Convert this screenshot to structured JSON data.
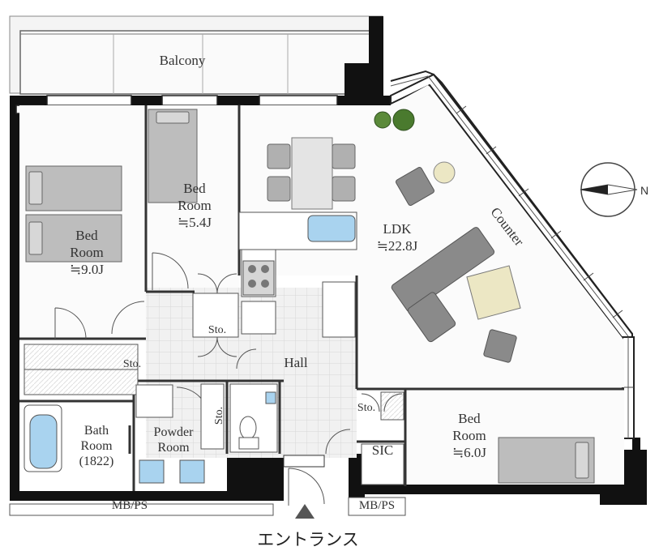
{
  "rooms": {
    "balcony": "Balcony",
    "bed_left": "Bed\nRoom\n≒9.0J",
    "bed_top": "Bed\nRoom\n≒5.4J",
    "ldk": "LDK\n≒22.8J",
    "counter": "Counter",
    "hall": "Hall",
    "sto_left": "Sto.",
    "sto_center": "Sto.",
    "sto_powder": "Sto.",
    "sto_right": "Sto.",
    "bath": "Bath\nRoom\n(1822)",
    "powder": "Powder\nRoom",
    "sic": "SIC",
    "bed_right": "Bed\nRoom\n≒6.0J"
  },
  "bottom": {
    "mbps_left": "MB/PS",
    "mbps_right": "MB/PS",
    "entrance": "エントランス"
  },
  "compass": {
    "north": "N"
  },
  "colors": {
    "wall": "#111111",
    "floor_tile": "#e9e9e9",
    "furniture": "#a6a6a6",
    "furniture_dark": "#8a8a8a",
    "table_top": "#ece7c4",
    "sink_blue": "#a9d3ef",
    "plant_green": "#5b8a3a"
  }
}
